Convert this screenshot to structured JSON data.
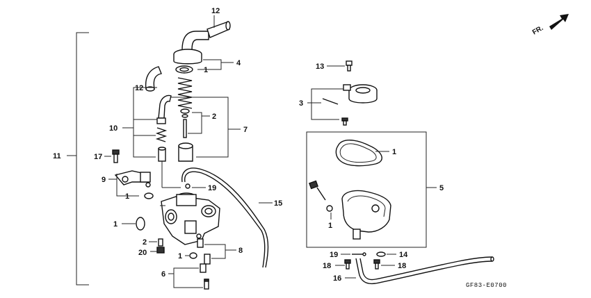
{
  "diagram": {
    "code": "GF83-E0700",
    "direction_label": "FR.",
    "callouts": {
      "c12_top": "12",
      "c4": "4",
      "c1_oring_top": "1",
      "c12_left": "12",
      "c2_needle": "2",
      "c7": "7",
      "c10": "10",
      "c11": "11",
      "c17": "17",
      "c9": "9",
      "c1_left": "1",
      "c19_left": "19",
      "c15": "15",
      "c1_body": "1",
      "c2_bottom": "2",
      "c20": "20",
      "c8": "8",
      "c1_bottom": "1",
      "c6": "6",
      "c13": "13",
      "c3": "3",
      "c1_gasket": "1",
      "c5": "5",
      "c1_float": "1",
      "c19_right": "19",
      "c14": "14",
      "c18_left": "18",
      "c18_right": "18",
      "c16": "16"
    }
  }
}
